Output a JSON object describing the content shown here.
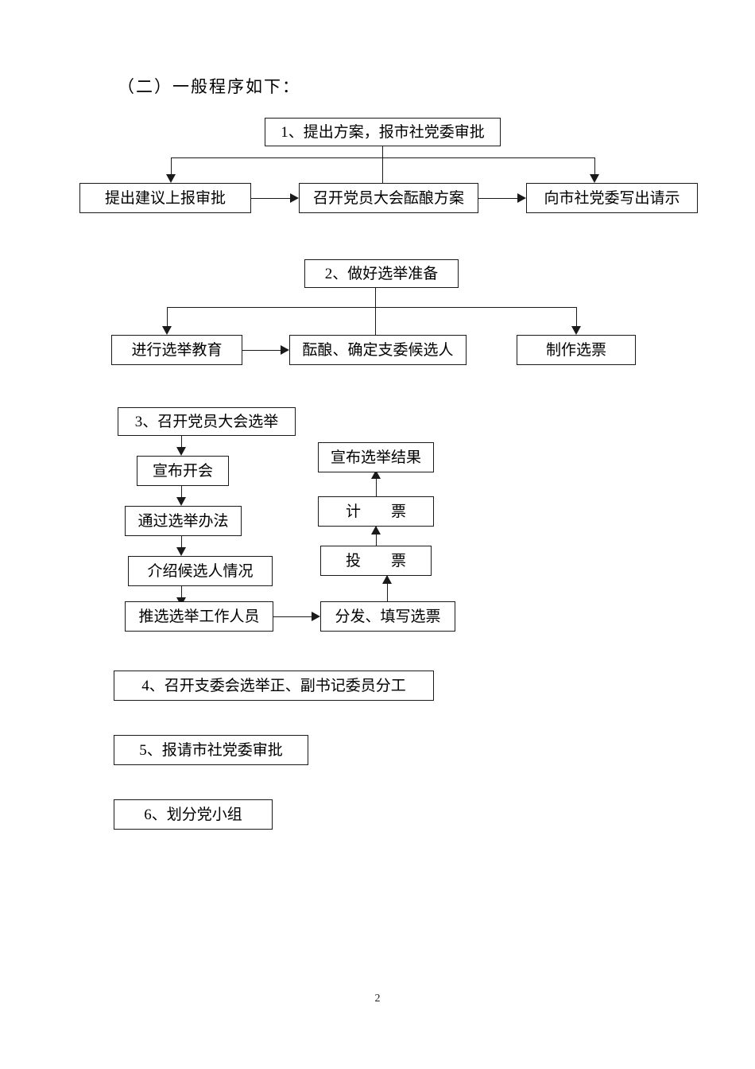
{
  "document": {
    "heading": "（二）一般程序如下：",
    "page_number": "2"
  },
  "flowchart": {
    "sections": [
      {
        "id": "section-1",
        "title": "1、提出方案，报市社党委审批",
        "children": [
          "提出建议上报审批",
          "召开党员大会酝酿方案",
          "向市社党委写出请示"
        ]
      },
      {
        "id": "section-2",
        "title": "2、做好选举准备",
        "children": [
          "进行选举教育",
          "酝酿、确定支委候选人",
          "制作选票"
        ]
      },
      {
        "id": "section-3",
        "title": "3、召开党员大会选举",
        "left_column": [
          "宣布开会",
          "通过选举办法",
          "介绍候选人情况",
          "推选选举工作人员"
        ],
        "right_column": [
          "分发、填写选票",
          "投　　票",
          "计　　票",
          "宣布选举结果"
        ]
      },
      {
        "id": "section-4",
        "title": "4、召开支委会选举正、副书记委员分工",
        "children": []
      },
      {
        "id": "section-5",
        "title": "5、报请市社党委审批",
        "children": []
      },
      {
        "id": "section-6",
        "title": "6、划分党小组",
        "children": []
      }
    ]
  }
}
